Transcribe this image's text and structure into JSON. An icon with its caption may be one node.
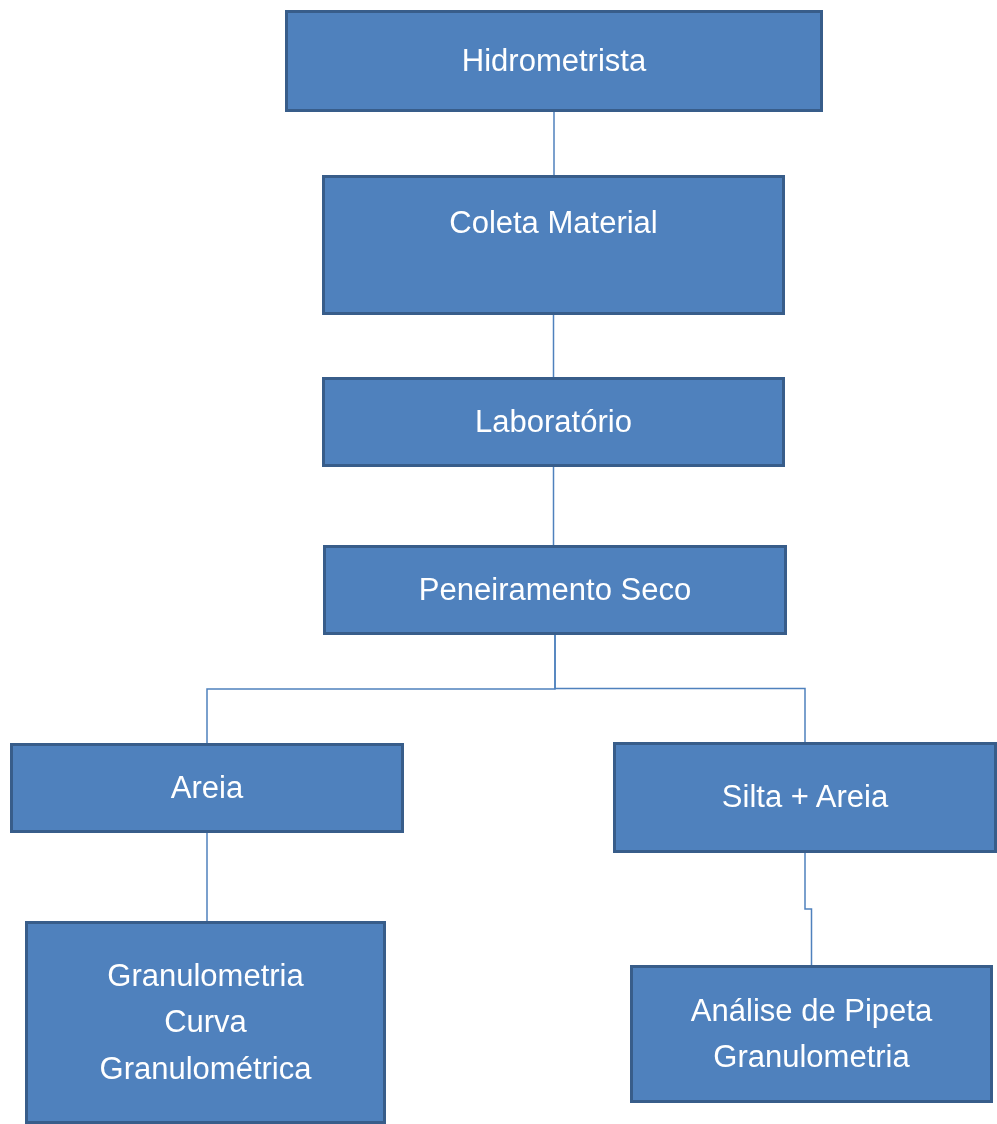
{
  "diagram": {
    "nodes": [
      {
        "text": [
          "Hidrometrista"
        ]
      },
      {
        "text": [
          "Coleta Material"
        ]
      },
      {
        "text": [
          "Laboratório"
        ]
      },
      {
        "text": [
          "Peneiramento Seco"
        ]
      },
      {
        "text": [
          "Areia"
        ]
      },
      {
        "text": [
          "Silta + Areia"
        ]
      },
      {
        "text": [
          "Granulometria Curva Granulométrica"
        ]
      },
      {
        "text": [
          "Análise de Pipeta Granulometria"
        ]
      }
    ],
    "edges": [
      {
        "from": 0,
        "to": 1,
        "arrow": "none"
      },
      {
        "from": 1,
        "to": 2,
        "arrow": "none"
      },
      {
        "from": 2,
        "to": 3,
        "arrow": "none"
      },
      {
        "from": 3,
        "to": 4,
        "arrow": "none"
      },
      {
        "from": 3,
        "to": 5,
        "arrow": "none"
      },
      {
        "from": 4,
        "to": 6,
        "arrow": "none"
      },
      {
        "from": 5,
        "to": 7,
        "arrow": "none"
      }
    ]
  }
}
